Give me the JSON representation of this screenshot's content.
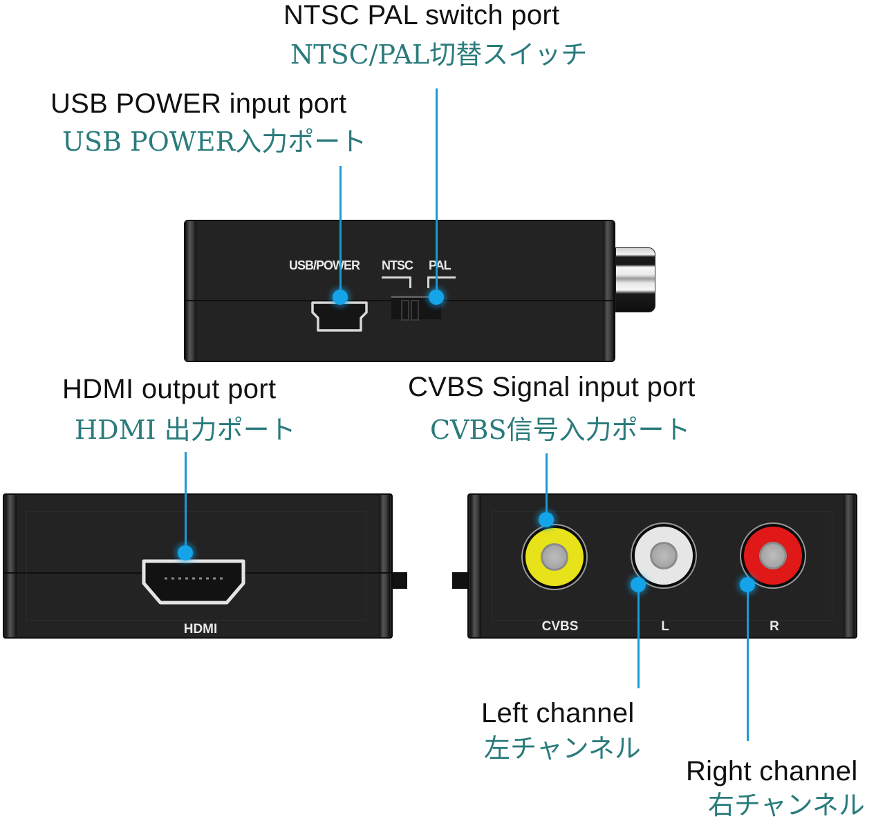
{
  "callouts": {
    "ntsc_pal": {
      "en": "NTSC PAL switch port",
      "jp": "NTSC/PAL切替スイッチ"
    },
    "usb_power": {
      "en": "USB POWER input port",
      "jp": "USB POWER入力ポート"
    },
    "hdmi": {
      "en": "HDMI output port",
      "jp": "HDMI 出力ポート"
    },
    "cvbs": {
      "en": "CVBS Signal input port",
      "jp": "CVBS信号入力ポート"
    },
    "left": {
      "en": "Left channel",
      "jp": "左チャンネル"
    },
    "right": {
      "en": "Right channel",
      "jp": "右チャンネル"
    }
  },
  "device_labels": {
    "usb_power": "USB/POWER",
    "ntsc": "NTSC",
    "pal": "PAL",
    "hdmi": "HDMI",
    "cvbs": "CVBS",
    "l": "L",
    "r": "R"
  },
  "switch_state": "PAL",
  "colors": {
    "callout_line": "#1a9ad6",
    "jp_text": "#2a7b7c",
    "rca_yellow": "#e8e21a",
    "rca_white": "#e6e6e6",
    "rca_red": "#e01818"
  }
}
